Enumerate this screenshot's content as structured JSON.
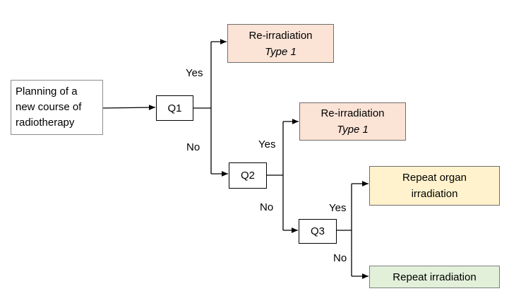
{
  "start": {
    "lines": [
      "Planning of a",
      "new course of",
      "radiotherapy"
    ]
  },
  "questions": {
    "q1": "Q1",
    "q2": "Q2",
    "q3": "Q3"
  },
  "results": {
    "r1": {
      "line1": "Re-irradiation",
      "line2": "Type 1"
    },
    "r2": {
      "line1": "Re-irradiation",
      "line2": "Type 1"
    },
    "r3": {
      "line1": "Repeat organ",
      "line2": "irradiation"
    },
    "r4": {
      "line1": "Repeat irradiation"
    }
  },
  "labels": {
    "q1_yes": "Yes",
    "q1_no": "No",
    "q2_yes": "Yes",
    "q2_no": "No",
    "q3_yes": "Yes",
    "q3_no": "No"
  },
  "colors": {
    "type1_fill": "#fbe3d6",
    "repeat_organ_fill": "#fff2cc",
    "repeat_irradiation_fill": "#e2f0d9"
  }
}
